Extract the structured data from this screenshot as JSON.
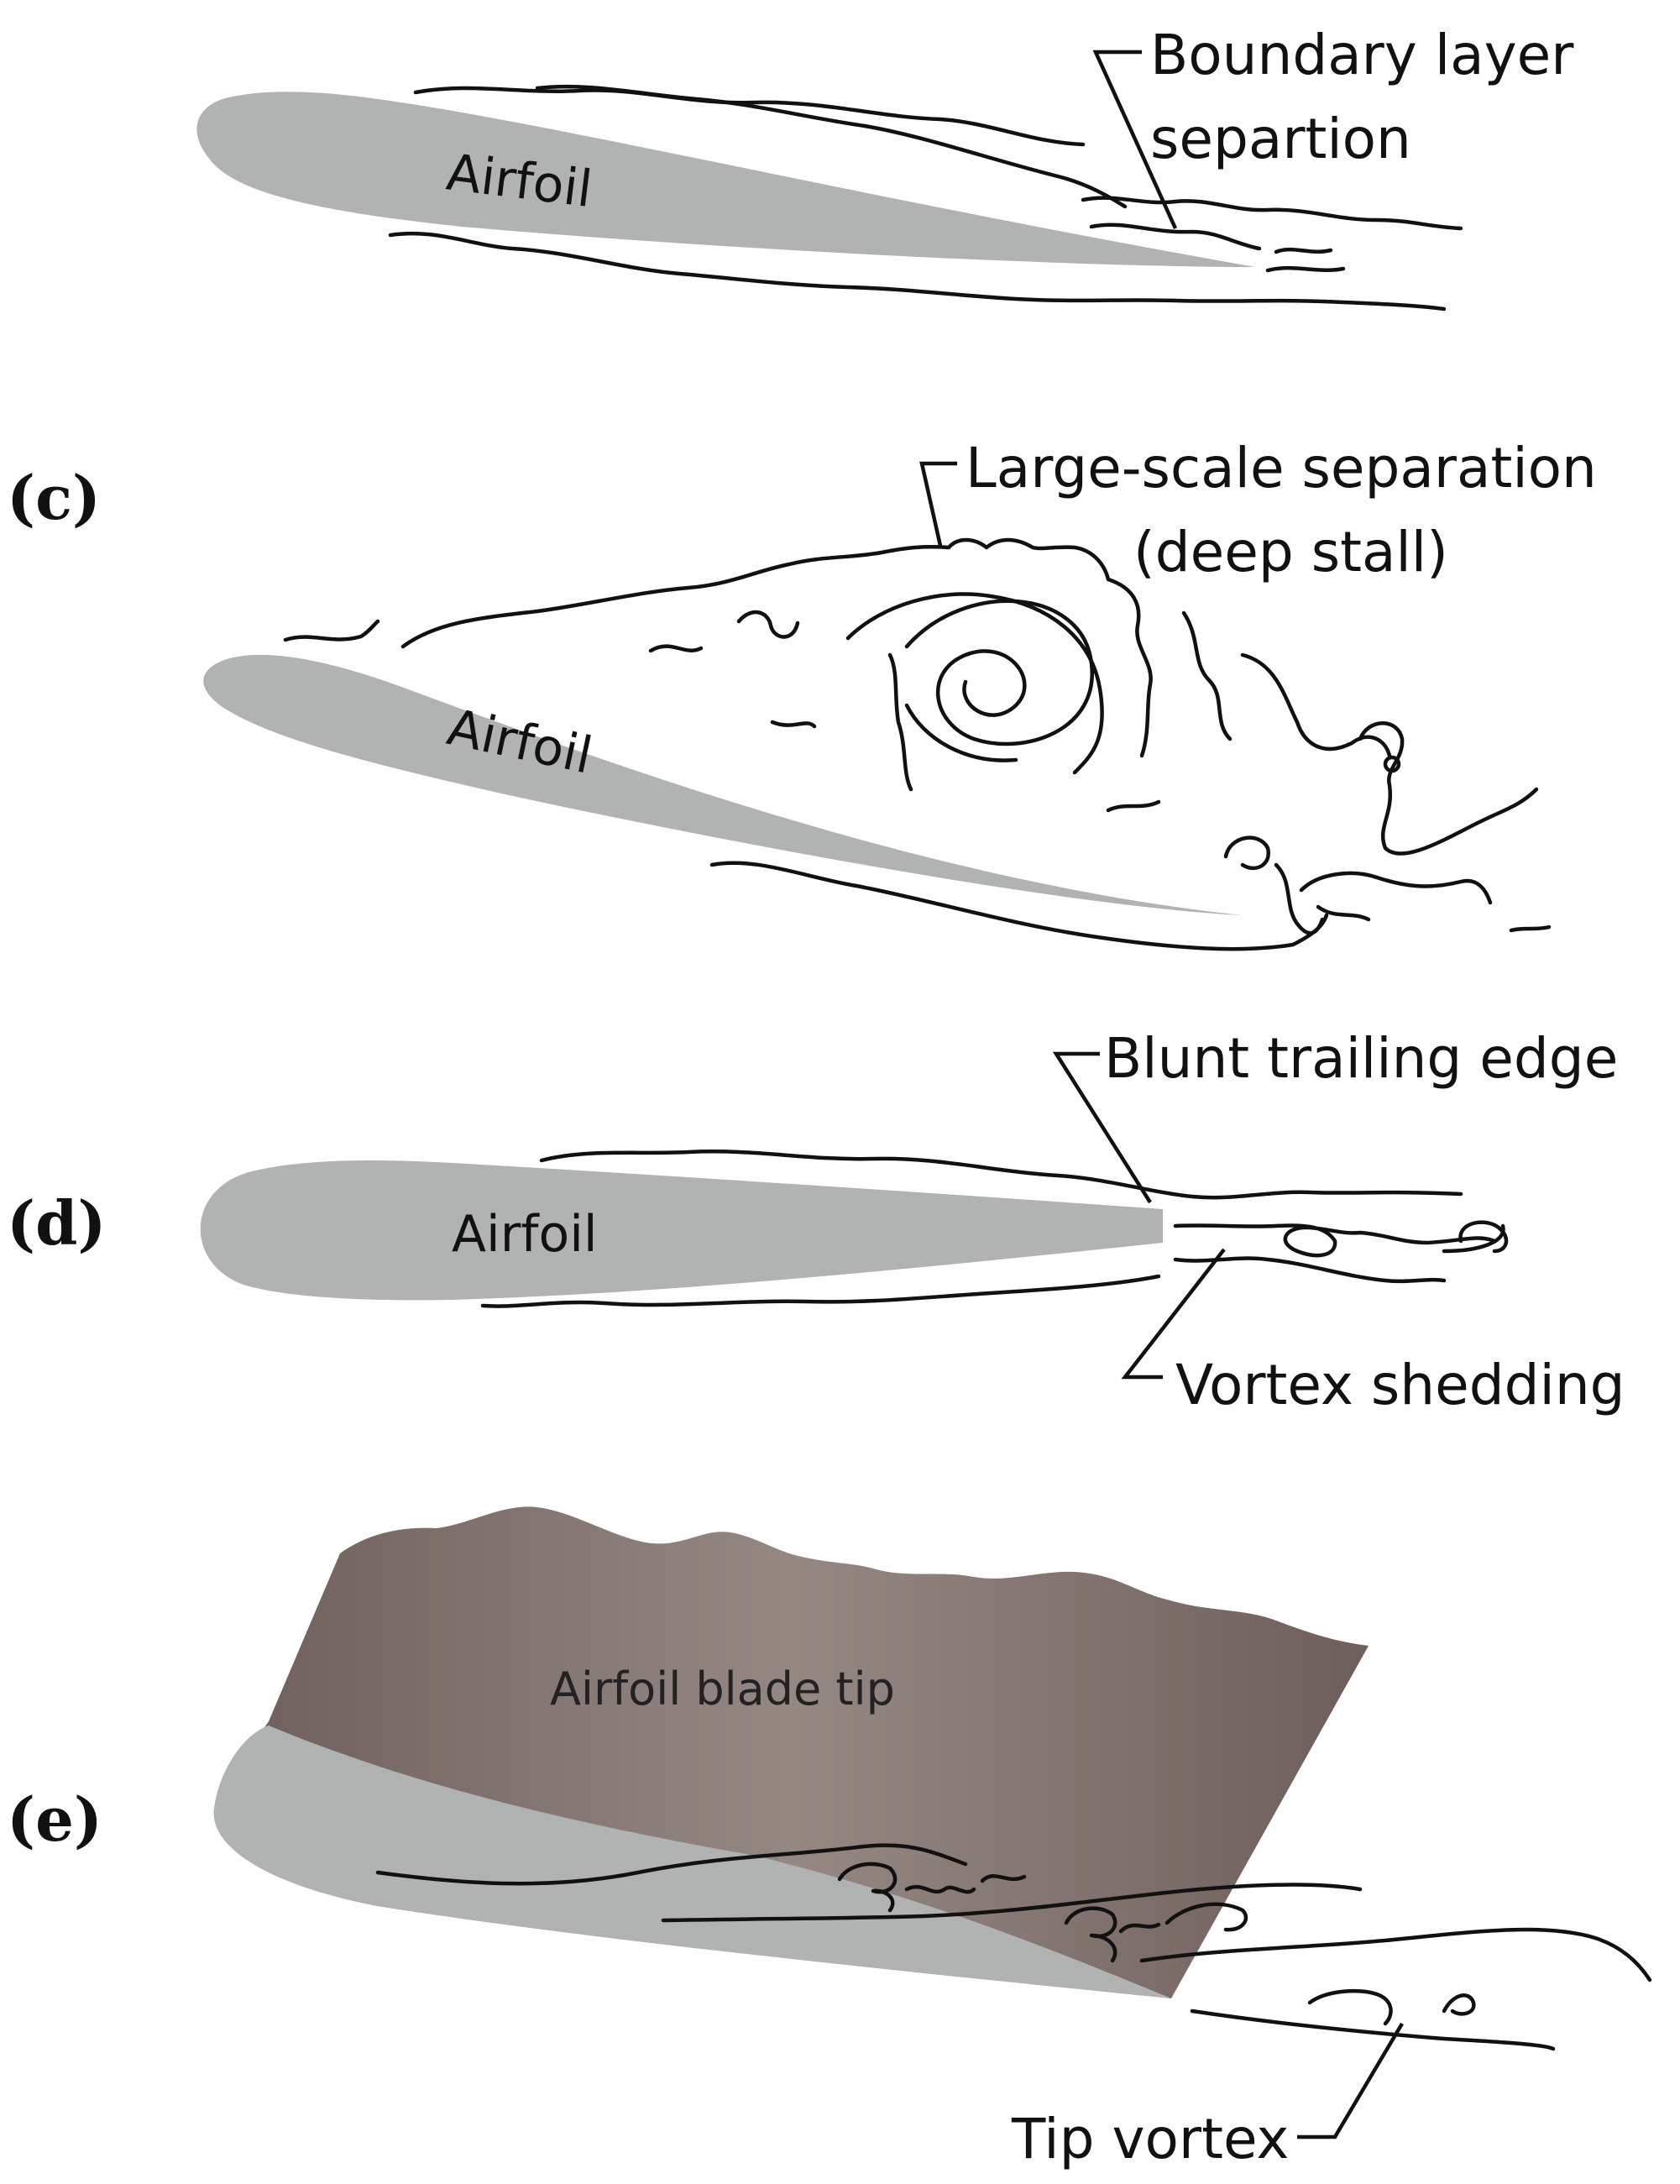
{
  "panel_b": {
    "airfoil": "Airfoil",
    "label_line1": "Boundary layer",
    "label_line2": "separtion"
  },
  "panel_c": {
    "letter": "(c)",
    "airfoil": "Airfoil",
    "label_line1": "Large-scale separation",
    "label_line2": "(deep stall)"
  },
  "panel_d": {
    "letter": "(d)",
    "airfoil": "Airfoil",
    "label_top": "Blunt trailing edge",
    "label_bottom": "Vortex shedding"
  },
  "panel_e": {
    "letter": "(e)",
    "blade": "Airfoil blade tip",
    "label": "Tip vortex"
  },
  "colors": {
    "airfoil": "#b1b2b2",
    "blade_dark": "#6e5e5b",
    "blade_light": "#958883",
    "ink": "#111111"
  }
}
